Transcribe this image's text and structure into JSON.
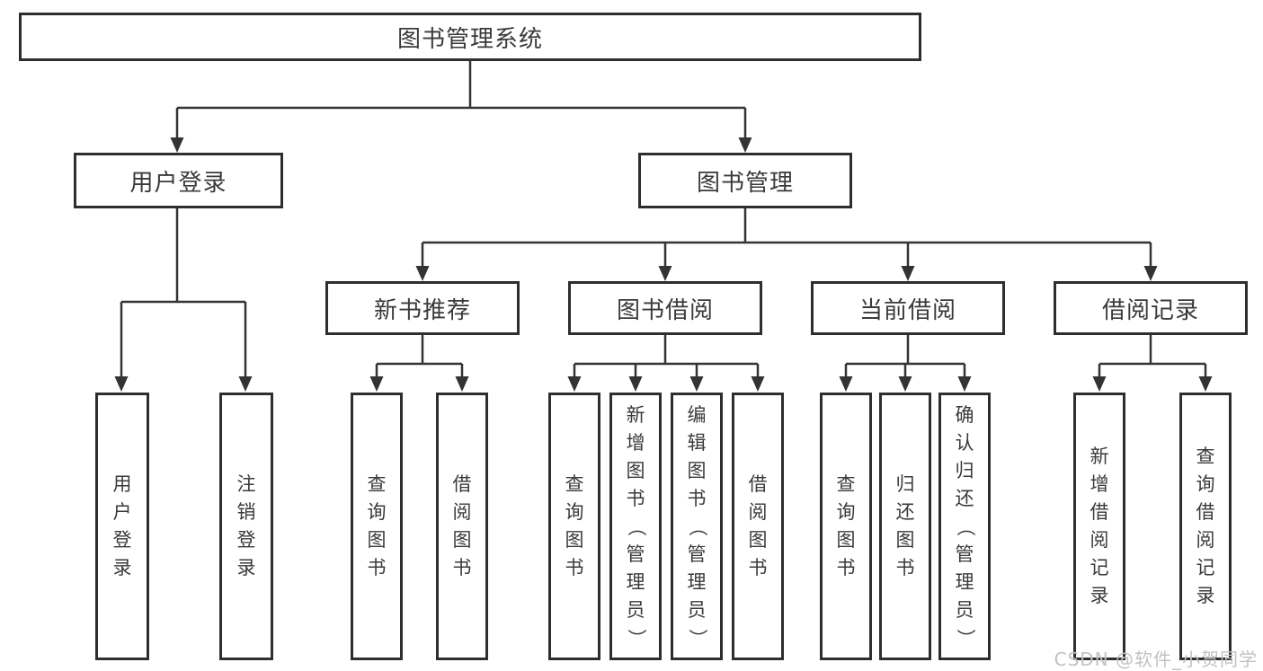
{
  "nodes": {
    "root": "图书管理系统",
    "user_login": "用户登录",
    "book_management": "图书管理",
    "new_book_recommend": "新书推荐",
    "book_borrow": "图书借阅",
    "current_borrow": "当前借阅",
    "borrow_records": "借阅记录",
    "leaf_user_login": "用户登录",
    "leaf_logout": "注销登录",
    "leaf_nb_query_book": "查询图书",
    "leaf_nb_borrow_book": "借阅图书",
    "leaf_bb_query_book": "查询图书",
    "leaf_bb_add_book": "新增图书（管理员）",
    "leaf_bb_edit_book": "编辑图书（管理员）",
    "leaf_bb_borrow_book": "借阅图书",
    "leaf_cb_query_book": "查询图书",
    "leaf_cb_return_book": "归还图书",
    "leaf_cb_confirm_return": "确认归还（管理员）",
    "leaf_br_add_record": "新增借阅记录",
    "leaf_br_query_record": "查询借阅记录"
  },
  "structure": {
    "图书管理系统": [
      "用户登录",
      "图书管理"
    ],
    "用户登录": [
      "用户登录",
      "注销登录"
    ],
    "图书管理": [
      "新书推荐",
      "图书借阅",
      "当前借阅",
      "借阅记录"
    ],
    "新书推荐": [
      "查询图书",
      "借阅图书"
    ],
    "图书借阅": [
      "查询图书",
      "新增图书（管理员）",
      "编辑图书（管理员）",
      "借阅图书"
    ],
    "当前借阅": [
      "查询图书",
      "归还图书",
      "确认归还（管理员）"
    ],
    "借阅记录": [
      "新增借阅记录",
      "查询借阅记录"
    ]
  },
  "watermark": "CSDN @软件_小贺同学",
  "colors": {
    "line": "#333333",
    "box_border": "#2e2e2e",
    "text": "#3a3a3a",
    "watermark": "#c7c0c0",
    "background": "#ffffff"
  }
}
